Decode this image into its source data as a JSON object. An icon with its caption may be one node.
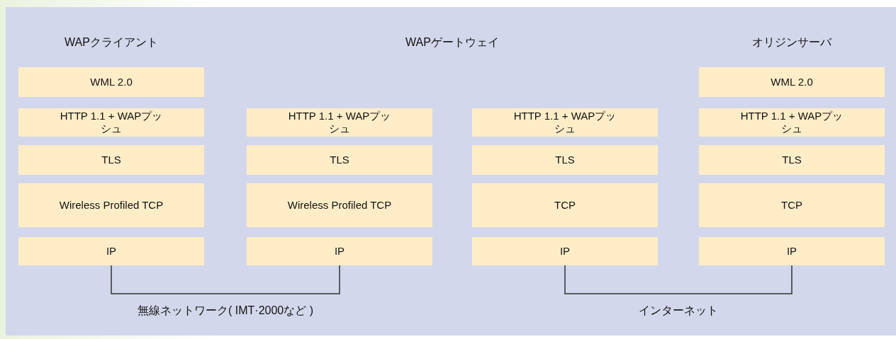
{
  "diagram": {
    "nodes": [
      {
        "text": [
          "WML 2.0"
        ]
      },
      {
        "text": [
          "WML 2.0"
        ]
      },
      {
        "text": [
          "HTTP 1.1 + WAPプッシュ"
        ]
      },
      {
        "text": [
          "HTTP 1.1 + WAPプッシュ"
        ]
      },
      {
        "text": [
          "HTTP 1.1 + WAPプッシュ"
        ]
      },
      {
        "text": [
          "HTTP 1.1 + WAPプッシュ"
        ]
      },
      {
        "text": [
          "TLS"
        ]
      },
      {
        "text": [
          "TLS"
        ]
      },
      {
        "text": [
          "TLS"
        ]
      },
      {
        "text": [
          "TLS"
        ]
      },
      {
        "text": [
          "Wireless Profiled TCP"
        ]
      },
      {
        "text": [
          "Wireless Profiled TCP"
        ]
      },
      {
        "text": [
          "TCP"
        ]
      },
      {
        "text": [
          "TCP"
        ]
      },
      {
        "text": [
          "IP"
        ]
      },
      {
        "text": [
          "IP"
        ]
      },
      {
        "text": [
          "IP"
        ]
      },
      {
        "text": [
          "IP"
        ]
      }
    ],
    "edges": [
      {
        "from": 14,
        "to": 15,
        "arrow": "none",
        "label": "無線ネットワーク( IMT·2000など )"
      },
      {
        "from": 16,
        "to": 17,
        "arrow": "none",
        "label": "インターネット"
      }
    ],
    "labels": [
      "WAPクライアント",
      "WAPゲートウェイ",
      "オリジンサーバ"
    ]
  }
}
